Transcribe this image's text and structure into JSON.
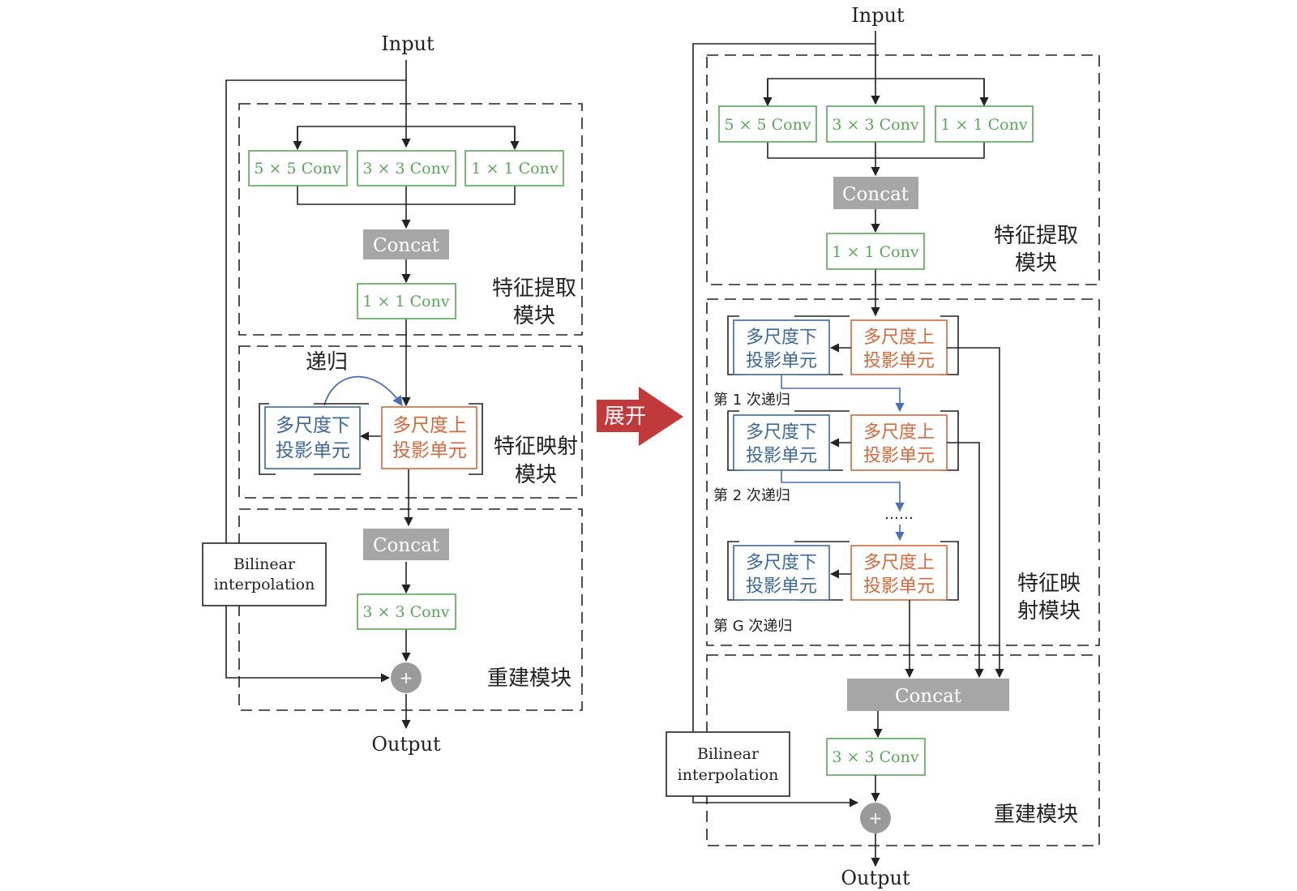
{
  "colors": {
    "conv_green": "#5aa55a",
    "concat_gray": "#a6a6a6",
    "down_blue": "#3c6896",
    "up_orange": "#d2693c",
    "recursion_blue": "#4a6fb5",
    "unfold_red": "#c0393b",
    "line_black": "#222222",
    "sum_gray": "#9a9a9a"
  },
  "left": {
    "input": "Input",
    "output": "Output",
    "conv5": "5 × 5 Conv",
    "conv3": "3 × 3 Conv",
    "conv1": "1 × 1 Conv",
    "concat1": "Concat",
    "conv1b": "1 × 1 Conv",
    "feature_extraction": [
      "特征提取",
      "模块"
    ],
    "recursion": "递归",
    "down_unit": [
      "多尺度下",
      "投影单元"
    ],
    "up_unit": [
      "多尺度上",
      "投影单元"
    ],
    "feature_mapping": [
      "特征映射",
      "模块"
    ],
    "concat2": "Concat",
    "conv3b": "3 × 3 Conv",
    "sum": "+",
    "reconstruction": "重建模块",
    "bilinear": [
      "Bilinear",
      "interpolation"
    ]
  },
  "arrow": {
    "label": "展开"
  },
  "right": {
    "input": "Input",
    "output": "Output",
    "conv5": "5 × 5 Conv",
    "conv3": "3 × 3 Conv",
    "conv1": "1 × 1 Conv",
    "concat1": "Concat",
    "conv1b": "1 × 1 Conv",
    "feature_extraction": [
      "特征提取",
      "模块"
    ],
    "down_unit": [
      "多尺度下",
      "投影单元"
    ],
    "up_unit": [
      "多尺度上",
      "投影单元"
    ],
    "recursion_labels": [
      "第 1 次递归",
      "第 2 次递归",
      "第 G 次递归"
    ],
    "ellipsis": "……",
    "feature_mapping": [
      "特征映",
      "射模块"
    ],
    "concat2": "Concat",
    "conv3b": "3 × 3 Conv",
    "sum": "+",
    "reconstruction": "重建模块",
    "bilinear": [
      "Bilinear",
      "interpolation"
    ]
  }
}
